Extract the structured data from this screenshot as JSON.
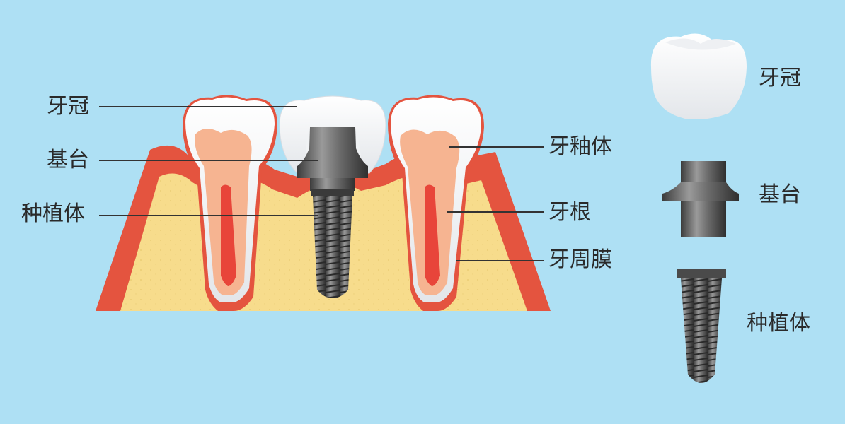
{
  "labels": {
    "left": {
      "crown": "牙冠",
      "abutment": "基台",
      "implant": "种植体"
    },
    "right_of_teeth": {
      "dentin": "牙釉体",
      "root": "牙根",
      "periodontal_membrane": "牙周膜"
    },
    "components": {
      "crown": "牙冠",
      "abutment": "基台",
      "implant": "种植体"
    }
  },
  "colors": {
    "background": "#aee0f4",
    "gum": "#e4543f",
    "bone": "#f7dc8c",
    "enamel": "#ffffff",
    "dentin": "#f6b491",
    "pulp": "#e8453a",
    "metal": "#6d6d6d",
    "leader_line": "#333333"
  }
}
